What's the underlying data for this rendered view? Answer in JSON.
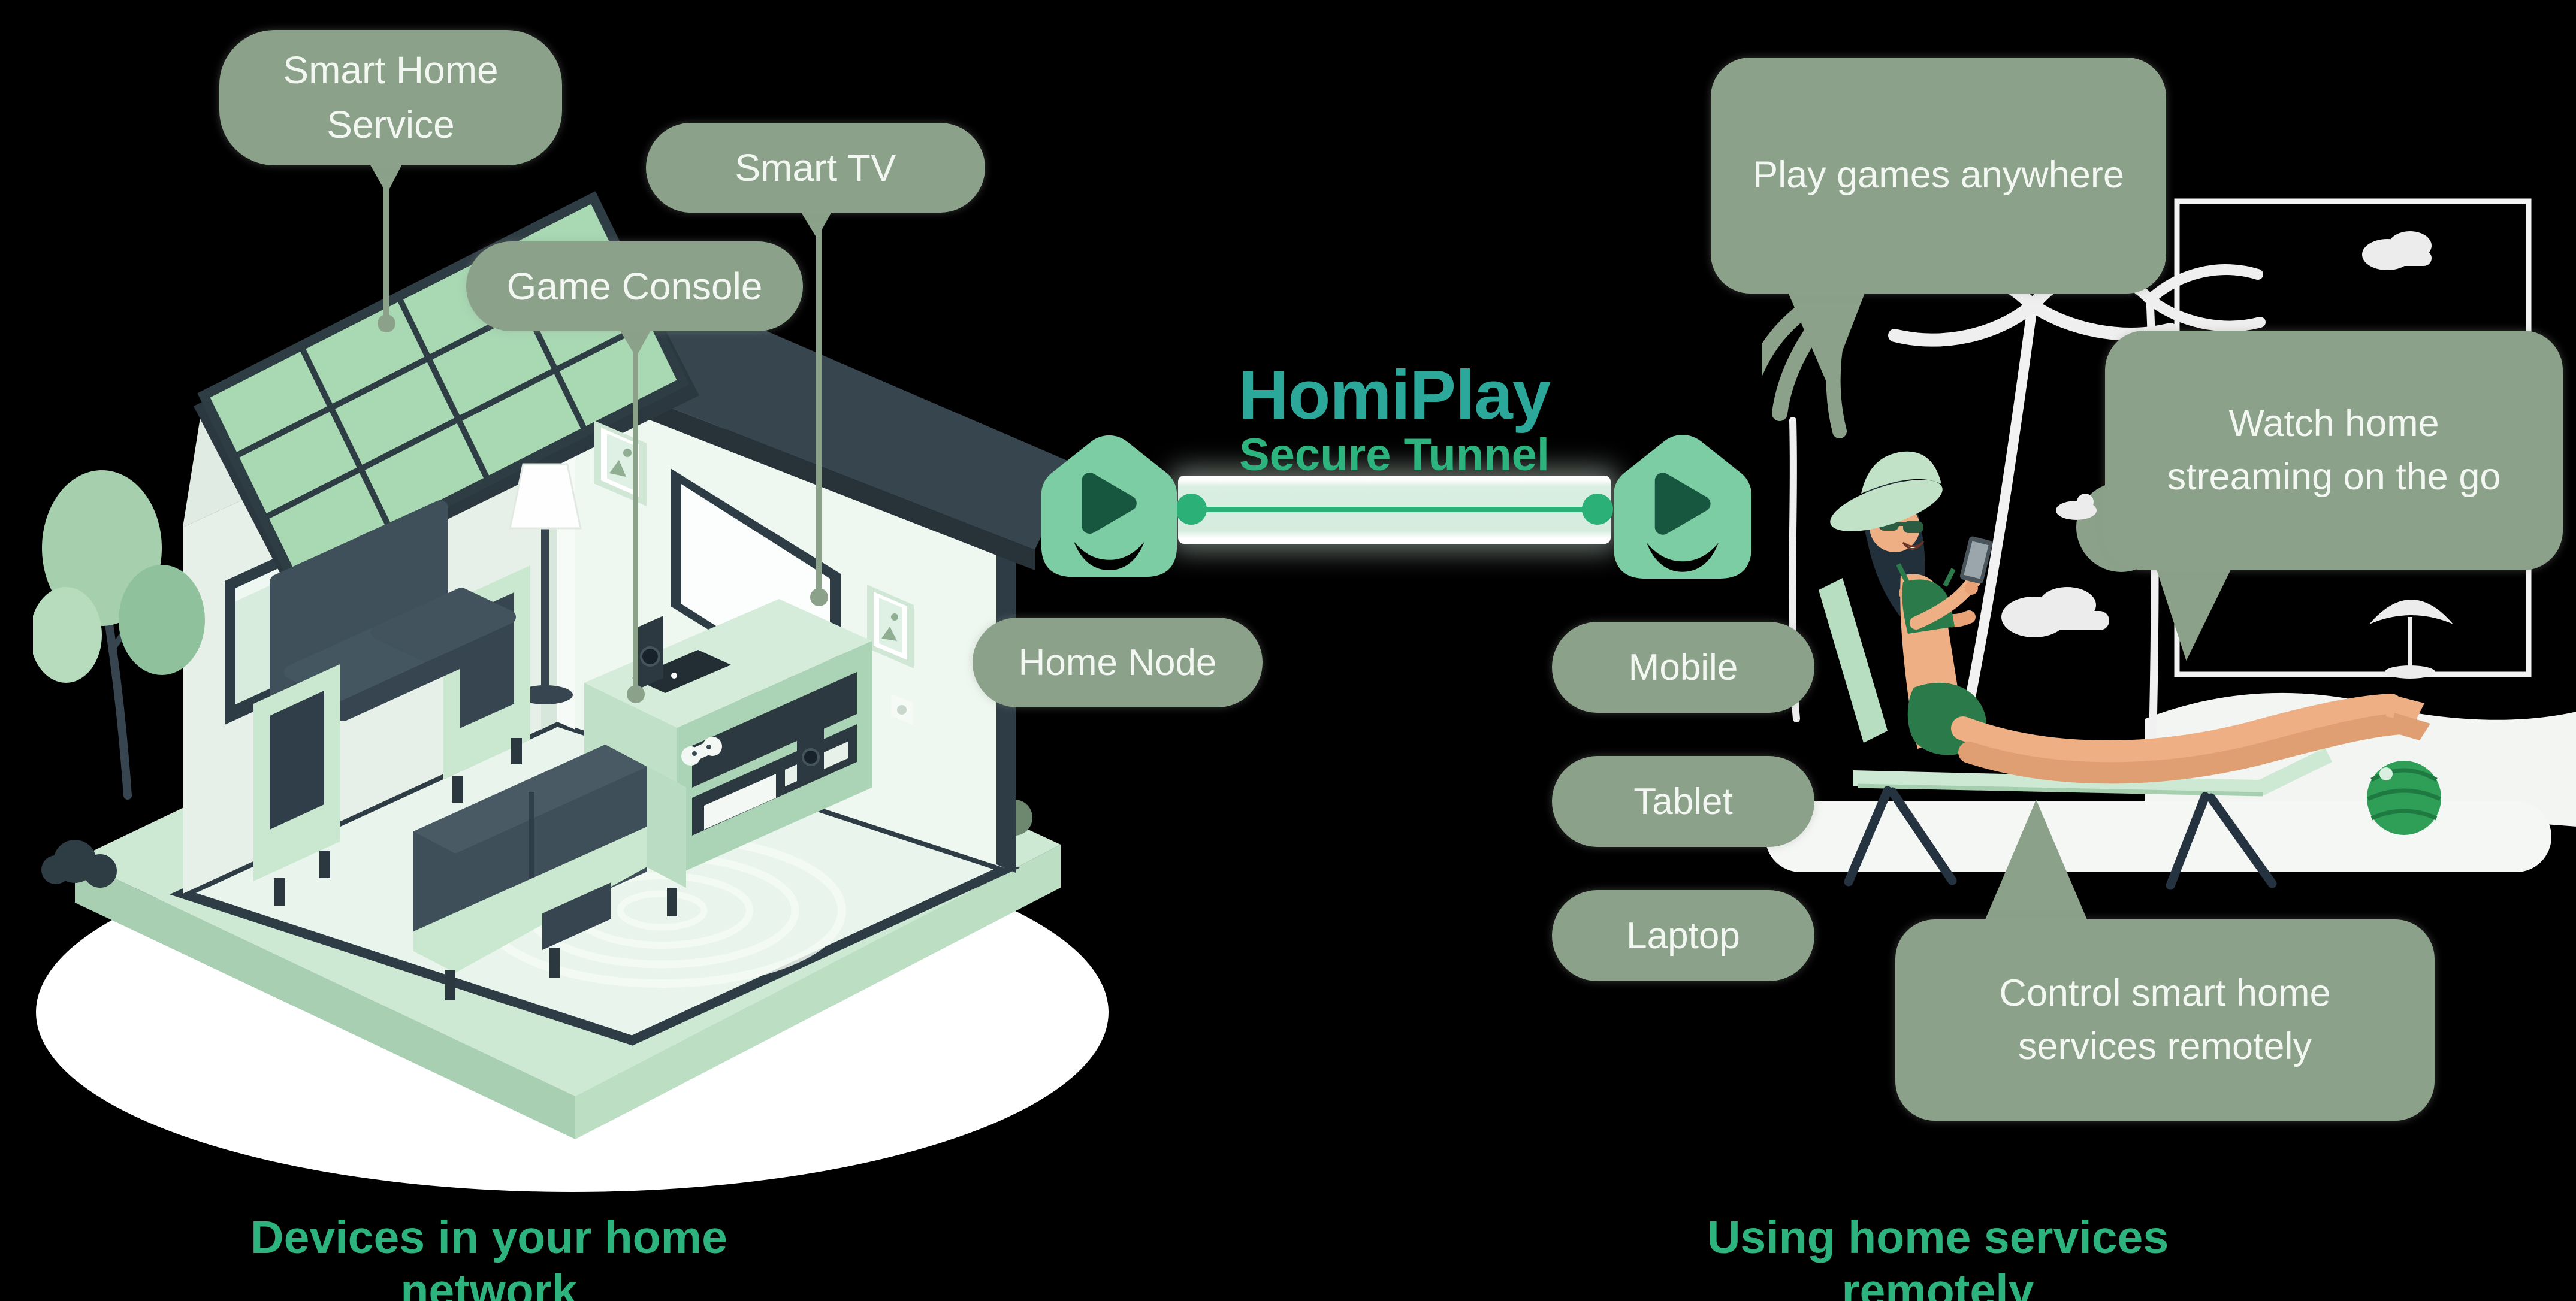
{
  "background_color": "#000000",
  "colors": {
    "bubble_sage": "#8ba189",
    "bubble_text": "#f3f7f1",
    "title_teal": "#2ba89a",
    "accent_green": "#2db37d",
    "node_mint": "#7ccda4",
    "node_play_dark": "#17573f",
    "tunnel_band_mint": "#d9efe1"
  },
  "center": {
    "title": "HomiPlay",
    "subtitle": "Secure Tunnel",
    "home_node_label": "Home Node",
    "left_node_icon": "play-house-icon",
    "right_node_icon": "play-house-icon"
  },
  "left_section": {
    "caption": "Devices in your home network",
    "labels": {
      "smart_home_service": "Smart Home\nService",
      "smart_tv": "Smart TV",
      "game_console": "Game Console"
    },
    "illustration": "isometric-smart-home-living-room"
  },
  "right_section": {
    "caption": "Using home services remotely",
    "bubbles": {
      "play_games": "Play games anywhere",
      "watch_streaming": "Watch home\nstreaming on the go",
      "control_services": "Control smart home\nservices remotely"
    },
    "devices": [
      "Mobile",
      "Tablet",
      "Laptop"
    ],
    "illustration": "woman-relaxing-on-beach-chair"
  }
}
